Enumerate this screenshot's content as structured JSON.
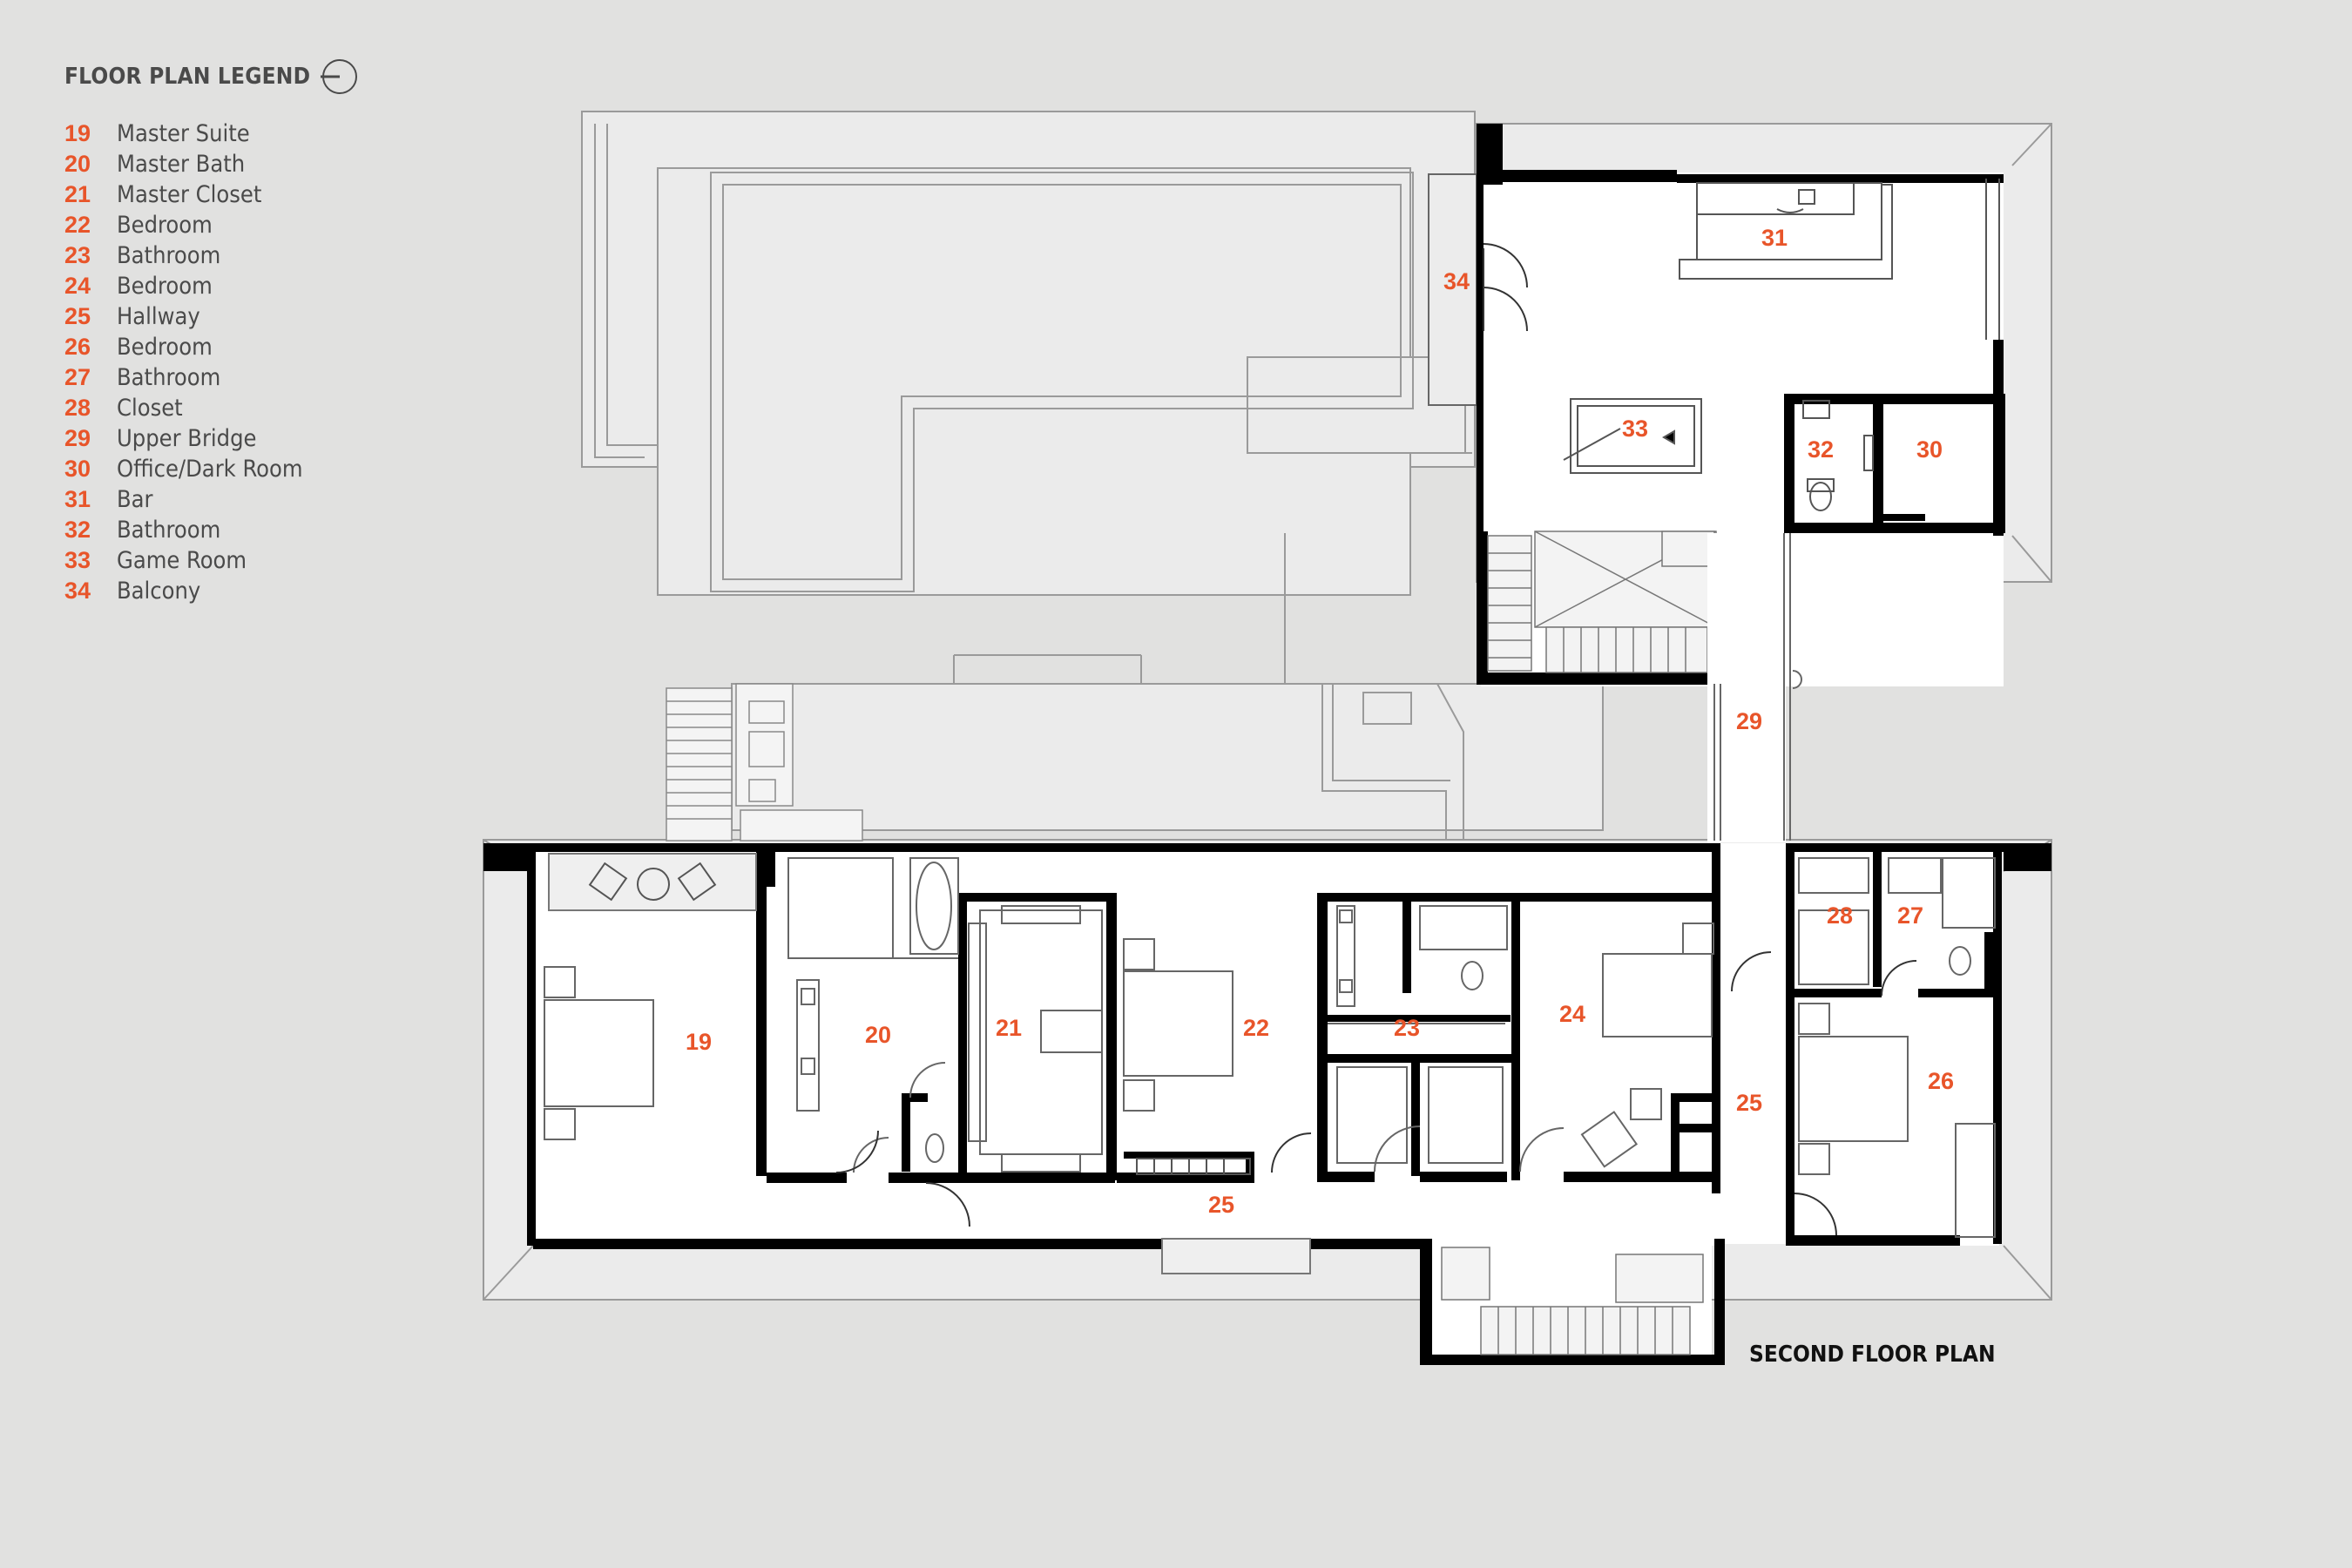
{
  "legend": {
    "title": "FLOOR PLAN LEGEND",
    "items": [
      {
        "num": "19",
        "label": "Master Suite"
      },
      {
        "num": "20",
        "label": "Master Bath"
      },
      {
        "num": "21",
        "label": "Master Closet"
      },
      {
        "num": "22",
        "label": "Bedroom"
      },
      {
        "num": "23",
        "label": "Bathroom"
      },
      {
        "num": "24",
        "label": "Bedroom"
      },
      {
        "num": "25",
        "label": "Hallway"
      },
      {
        "num": "26",
        "label": "Bedroom"
      },
      {
        "num": "27",
        "label": "Bathroom"
      },
      {
        "num": "28",
        "label": "Closet"
      },
      {
        "num": "29",
        "label": "Upper Bridge"
      },
      {
        "num": "30",
        "label": "Office/Dark Room"
      },
      {
        "num": "31",
        "label": "Bar"
      },
      {
        "num": "32",
        "label": "Bathroom"
      },
      {
        "num": "33",
        "label": "Game Room"
      },
      {
        "num": "34",
        "label": "Balcony"
      }
    ]
  },
  "plan": {
    "title": "SECOND FLOOR PLAN",
    "room_labels": {
      "r19": "19",
      "r20": "20",
      "r21": "21",
      "r22": "22",
      "r23": "23",
      "r24": "24",
      "r25a": "25",
      "r25b": "25",
      "r26": "26",
      "r27": "27",
      "r28": "28",
      "r29": "29",
      "r30": "30",
      "r31": "31",
      "r32": "32",
      "r33": "33",
      "r34": "34"
    }
  },
  "colors": {
    "background": "#e1e1e0",
    "accent": "#e8552a",
    "wall": "#000000",
    "room_fill": "#ffffff",
    "roof_fill": "#ebebeb"
  }
}
